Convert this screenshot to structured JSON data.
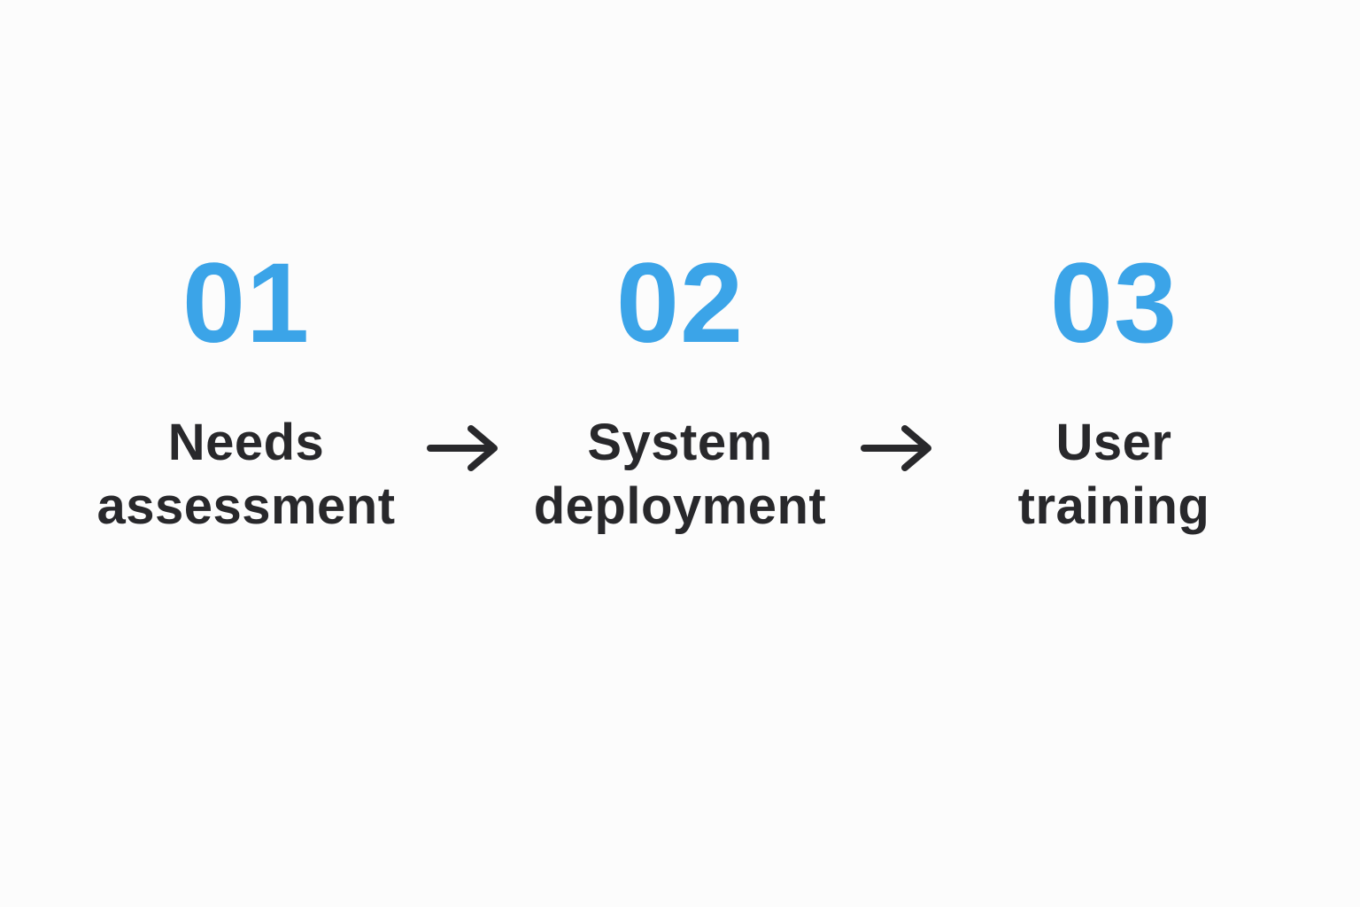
{
  "colors": {
    "bg": "#fcfcfc",
    "accent": "#3ba4e8",
    "text": "#28282b"
  },
  "process": {
    "steps": [
      {
        "number": "01",
        "label": "Needs assessment",
        "lines": [
          "Needs",
          "assessment"
        ]
      },
      {
        "number": "02",
        "label": "System deployment",
        "lines": [
          "System",
          "deployment"
        ]
      },
      {
        "number": "03",
        "label": "User training",
        "lines": [
          "User",
          "training"
        ]
      }
    ],
    "connector": "→"
  }
}
